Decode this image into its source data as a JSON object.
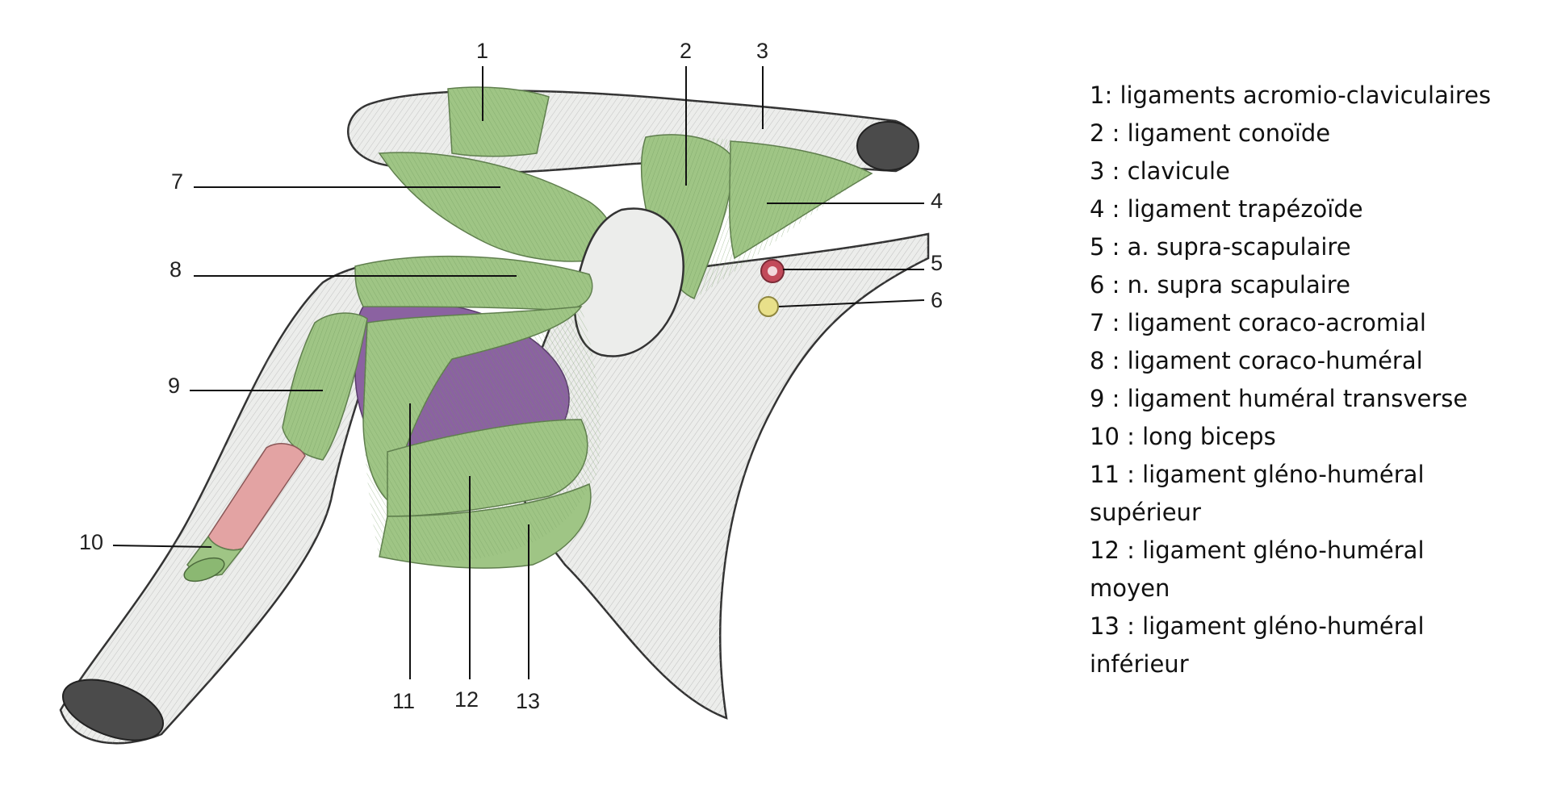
{
  "diagram": {
    "callout_numbers": [
      "1",
      "2",
      "3",
      "4",
      "5",
      "6",
      "7",
      "8",
      "9",
      "10",
      "11",
      "12",
      "13"
    ],
    "colors": {
      "ligament": "#9fc585",
      "capsule": "#8b62a1",
      "bone": "#ecedeb",
      "tendon": "#e3a3a3",
      "nerve": "#e8e08a",
      "artery": "#c24a5a"
    }
  },
  "legend": {
    "items": [
      "1: ligaments acromio-claviculaires",
      "2 : ligament conoïde",
      "3 : clavicule",
      "4 : ligament trapézoïde",
      "5 : a. supra-scapulaire",
      "6 : n. supra scapulaire",
      "7 : ligament coraco-acromial",
      "8 : ligament coraco-huméral",
      "9 : ligament huméral transverse",
      "10 : long biceps",
      "11 : ligament gléno-huméral",
      "supérieur",
      "12 : ligament gléno-huméral",
      "moyen",
      "13 : ligament gléno-huméral",
      "inférieur"
    ]
  }
}
